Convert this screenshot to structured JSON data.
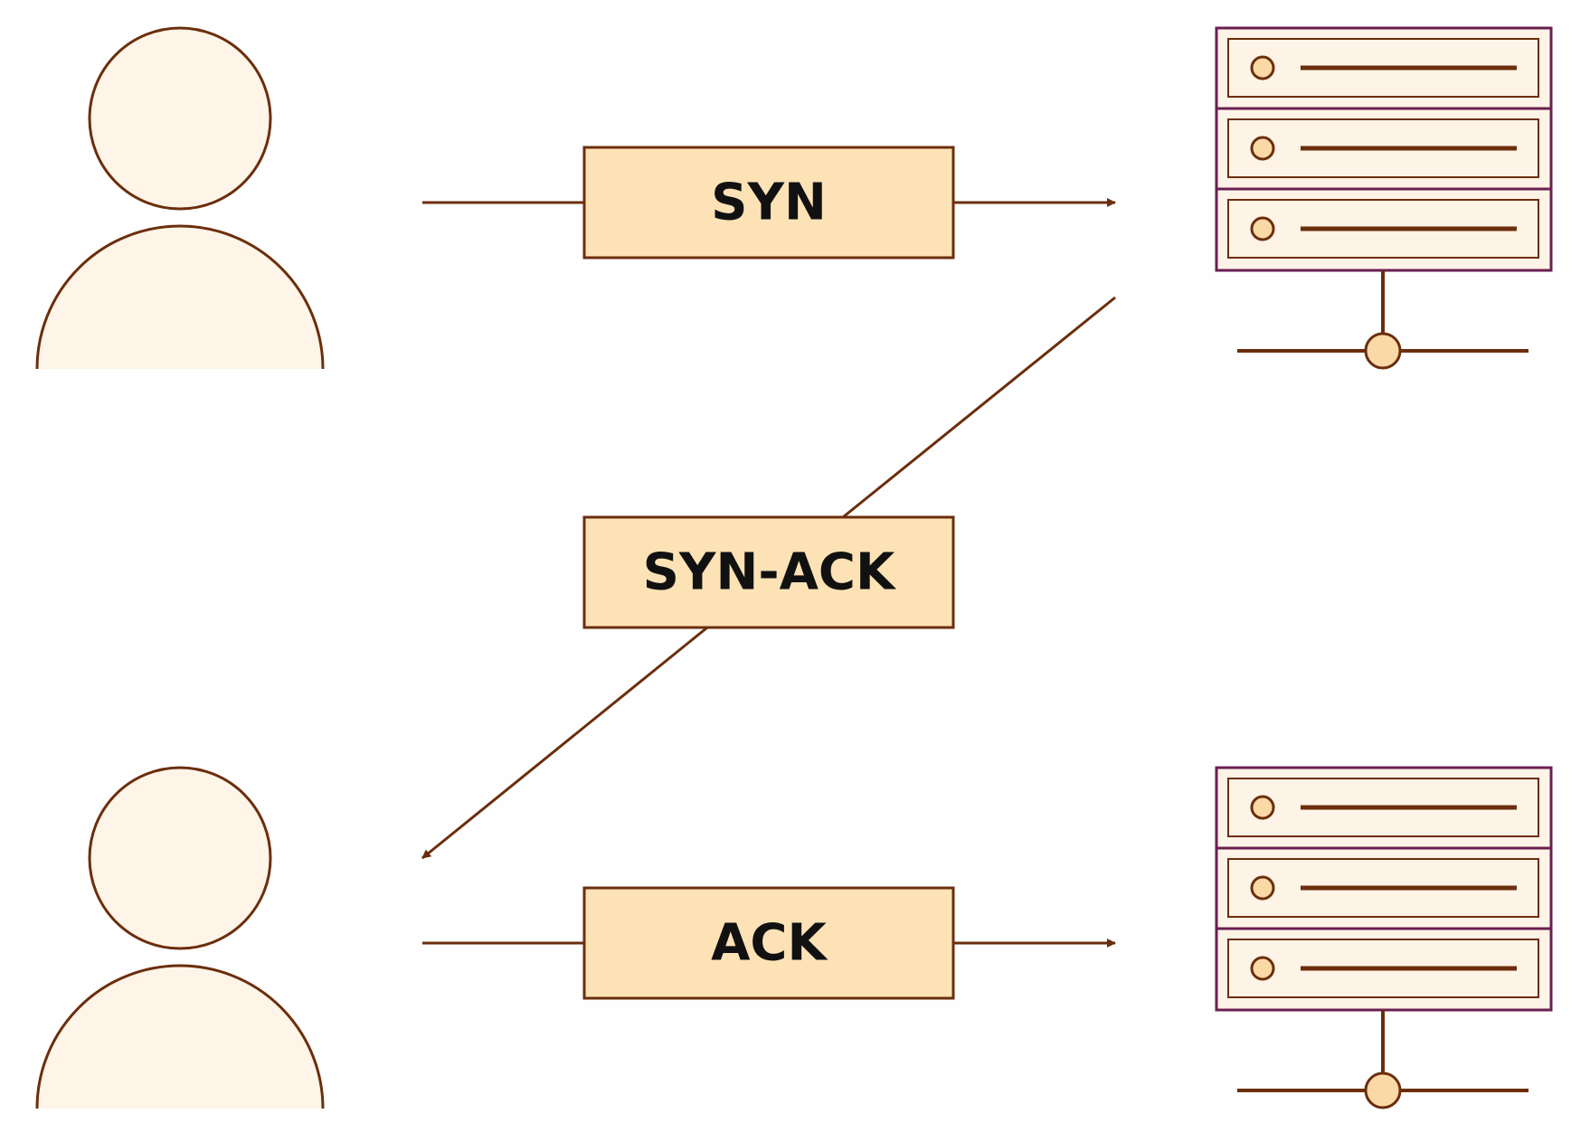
{
  "colors": {
    "stroke": "#6b2e0c",
    "person_fill": "#fef4e8",
    "label_box_fill": "#fde2b6",
    "server_frame": "#6b1f52",
    "server_slot_fill": "#fdf3e6",
    "led_fill": "#fbd9a7",
    "text": "#111111"
  },
  "handshake": {
    "steps": [
      {
        "label": "SYN",
        "direction": "client-to-server"
      },
      {
        "label": "SYN-ACK",
        "direction": "server-to-client"
      },
      {
        "label": "ACK",
        "direction": "client-to-server"
      }
    ]
  },
  "icons": {
    "client": "person-icon",
    "server": "server-rack-icon"
  }
}
